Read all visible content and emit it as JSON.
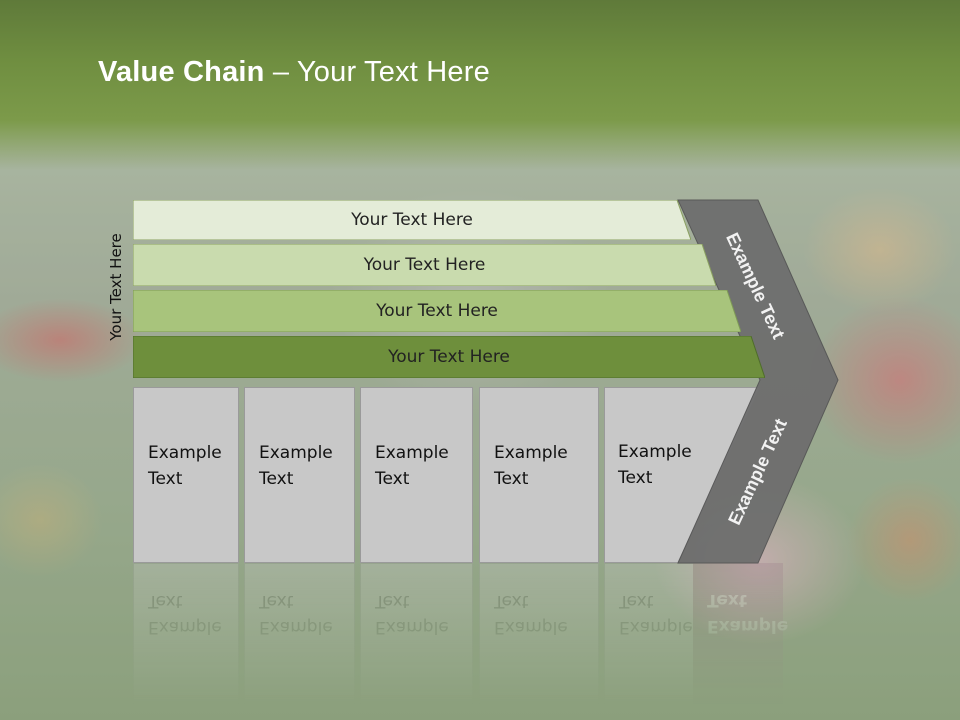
{
  "slide": {
    "title_bold": "Value Chain",
    "title_rest": " – Your Text Here",
    "vertical_label": "Your Text Here",
    "bands": [
      {
        "label": "Your Text Here",
        "color": "#e4ecd8"
      },
      {
        "label": "Your Text Here",
        "color": "#c9dbae"
      },
      {
        "label": "Your Text Here",
        "color": "#a8c47c"
      },
      {
        "label": "Your Text Here",
        "color": "#6e8f3c"
      }
    ],
    "boxes": [
      {
        "line1": "Example",
        "line2": "Text"
      },
      {
        "line1": "Example",
        "line2": "Text"
      },
      {
        "line1": "Example",
        "line2": "Text"
      },
      {
        "line1": "Example",
        "line2": "Text"
      },
      {
        "line1": "Example",
        "line2": "Text"
      }
    ],
    "chevron": {
      "top_text": "Example Text",
      "bottom_text": "Example Text",
      "color": "#6e6e6e"
    }
  }
}
